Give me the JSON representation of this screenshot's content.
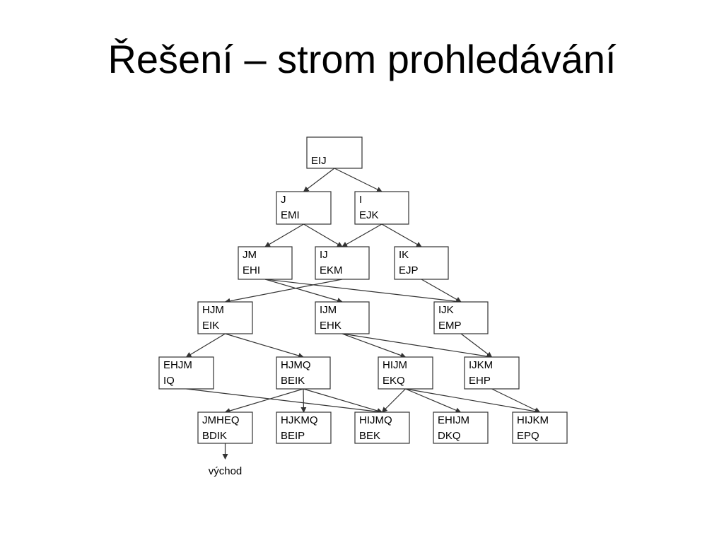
{
  "slide": {
    "title": "Řešení – strom prohledávání"
  },
  "tree": {
    "nodes": [
      {
        "id": "n0",
        "line1": "",
        "line2": "EIJ"
      },
      {
        "id": "n1",
        "line1": "J",
        "line2": "EMI"
      },
      {
        "id": "n2",
        "line1": "I",
        "line2": "EJK"
      },
      {
        "id": "n3",
        "line1": "JM",
        "line2": "EHI"
      },
      {
        "id": "n4",
        "line1": "IJ",
        "line2": "EKM"
      },
      {
        "id": "n5",
        "line1": "IK",
        "line2": "EJP"
      },
      {
        "id": "n6",
        "line1": "HJM",
        "line2": "EIK"
      },
      {
        "id": "n7",
        "line1": "IJM",
        "line2": "EHK"
      },
      {
        "id": "n8",
        "line1": "IJK",
        "line2": "EMP"
      },
      {
        "id": "n9",
        "line1": "EHJM",
        "line2": "IQ"
      },
      {
        "id": "n10",
        "line1": "HJMQ",
        "line2": "BEIK"
      },
      {
        "id": "n11",
        "line1": "HIJM",
        "line2": "EKQ"
      },
      {
        "id": "n12",
        "line1": "IJKM",
        "line2": "EHP"
      },
      {
        "id": "n13",
        "line1": "JMHEQ",
        "line2": "BDIK"
      },
      {
        "id": "n14",
        "line1": "HJKMQ",
        "line2": "BEIP"
      },
      {
        "id": "n15",
        "line1": "HIJMQ",
        "line2": "BEK"
      },
      {
        "id": "n16",
        "line1": "EHIJM",
        "line2": "DKQ"
      },
      {
        "id": "n17",
        "line1": "HIJKM",
        "line2": "EPQ"
      }
    ],
    "edges": [
      [
        "n0",
        "n1"
      ],
      [
        "n0",
        "n2"
      ],
      [
        "n1",
        "n3"
      ],
      [
        "n1",
        "n4"
      ],
      [
        "n2",
        "n4"
      ],
      [
        "n2",
        "n5"
      ],
      [
        "n3",
        "n7"
      ],
      [
        "n3",
        "n8"
      ],
      [
        "n4",
        "n6"
      ],
      [
        "n5",
        "n8"
      ],
      [
        "n6",
        "n9"
      ],
      [
        "n6",
        "n10"
      ],
      [
        "n7",
        "n12"
      ],
      [
        "n7",
        "n11"
      ],
      [
        "n8",
        "n12"
      ],
      [
        "n9",
        "n15"
      ],
      [
        "n10",
        "n13"
      ],
      [
        "n10",
        "n14"
      ],
      [
        "n10",
        "n15"
      ],
      [
        "n11",
        "n15"
      ],
      [
        "n11",
        "n16"
      ],
      [
        "n11",
        "n17"
      ],
      [
        "n12",
        "n17"
      ]
    ],
    "exit": {
      "from": "n13",
      "label": "východ"
    }
  }
}
